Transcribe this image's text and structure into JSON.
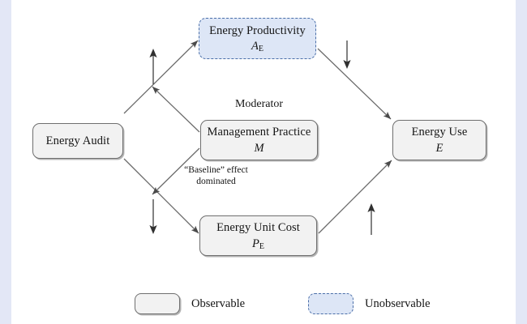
{
  "figure": {
    "type": "conceptual-path-diagram",
    "background_color": "#ffffff",
    "edge_band_color": "#e3e7f6"
  },
  "nodes": {
    "energy_audit": {
      "title": "Energy Audit",
      "symbol": "",
      "symbol_sub": "",
      "kind": "Observable"
    },
    "energy_productivity": {
      "title": "Energy Productivity",
      "symbol": "A",
      "symbol_sub": "E",
      "kind": "Unobservable"
    },
    "management_practice": {
      "title": "Management Practice",
      "symbol": "M",
      "symbol_sub": "",
      "kind": "Observable"
    },
    "energy_unit_cost": {
      "title": "Energy Unit Cost",
      "symbol": "P",
      "symbol_sub": "E",
      "kind": "Observable"
    },
    "energy_use": {
      "title": "Energy Use",
      "symbol": "E",
      "symbol_sub": "",
      "kind": "Observable"
    }
  },
  "annotations": {
    "moderator_label": "Moderator",
    "baseline_note_line1": "“Baseline” effect",
    "baseline_note_line2": "dominated"
  },
  "signs": {
    "audit_to_productivity": "↑",
    "productivity_to_use": "↓",
    "audit_to_cost": "↓",
    "cost_to_use": "↑"
  },
  "legend": {
    "observable_label": "Observable",
    "unobservable_label": "Unobservable",
    "observable_fill": "#f2f2f2",
    "observable_stroke": "#6f6f6f",
    "unobservable_fill": "#dde6f6",
    "unobservable_stroke": "#4a6ea8"
  },
  "edges": [
    {
      "from": "energy_audit",
      "to": "energy_productivity",
      "style": "solid-arrow",
      "sign": "↑"
    },
    {
      "from": "energy_audit",
      "to": "energy_unit_cost",
      "style": "solid-arrow",
      "sign": "↓"
    },
    {
      "from": "energy_productivity",
      "to": "energy_use",
      "style": "solid-arrow",
      "sign": "↓"
    },
    {
      "from": "energy_unit_cost",
      "to": "energy_use",
      "style": "solid-arrow",
      "sign": "↑"
    },
    {
      "from": "management_practice",
      "to": "audit-productivity-path",
      "style": "moderator-arrow",
      "sign": ""
    },
    {
      "from": "management_practice",
      "to": "audit-cost-path",
      "style": "moderator-arrow",
      "sign": ""
    }
  ]
}
